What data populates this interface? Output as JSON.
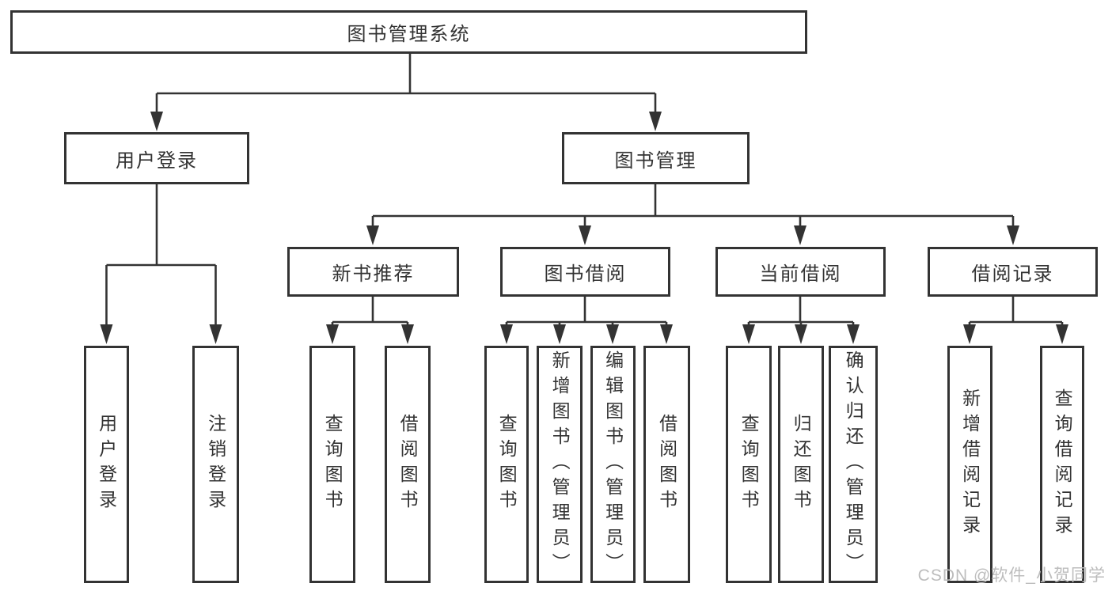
{
  "diagram": {
    "title": "图书管理系统",
    "watermark": "CSDN @软件_小贺同学",
    "colors": {
      "line": "#333333",
      "text": "#333333",
      "box_bg": "#ffffff",
      "watermark": "#bdbdbd",
      "background": "#ffffff"
    },
    "root": {
      "label": "图书管理系统"
    },
    "branches": [
      {
        "label": "用户登录",
        "leaves": [
          {
            "label": "用户登录"
          },
          {
            "label": "注销登录"
          }
        ]
      },
      {
        "label": "图书管理",
        "groups": [
          {
            "label": "新书推荐",
            "leaves": [
              {
                "label": "查询图书"
              },
              {
                "label": "借阅图书"
              }
            ]
          },
          {
            "label": "图书借阅",
            "leaves": [
              {
                "label": "查询图书"
              },
              {
                "label": "新增图书（管理员）"
              },
              {
                "label": "编辑图书（管理员）"
              },
              {
                "label": "借阅图书"
              }
            ]
          },
          {
            "label": "当前借阅",
            "leaves": [
              {
                "label": "查询图书"
              },
              {
                "label": "归还图书"
              },
              {
                "label": "确认归还（管理员）"
              }
            ]
          },
          {
            "label": "借阅记录",
            "leaves": [
              {
                "label": "新增借阅记录"
              },
              {
                "label": "查询借阅记录"
              }
            ]
          }
        ]
      }
    ]
  }
}
